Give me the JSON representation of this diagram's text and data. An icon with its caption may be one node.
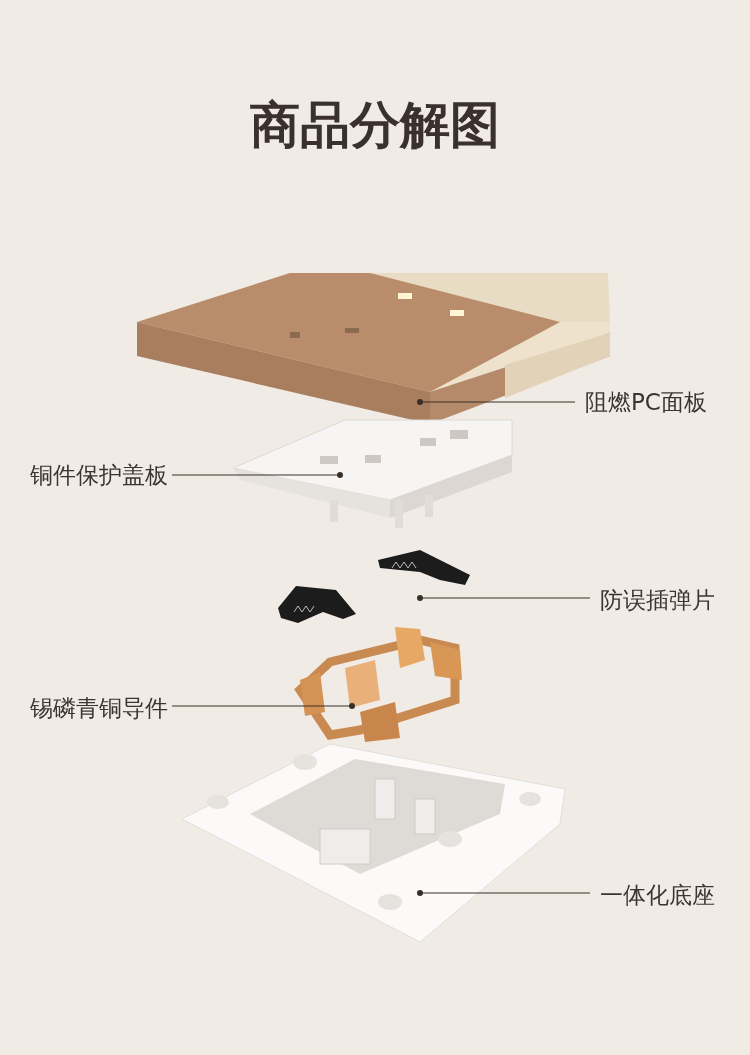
{
  "diagram": {
    "title": "商品分解图",
    "nodes": [
      {
        "text": [
          "阻燃PC面板"
        ]
      },
      {
        "text": [],
        "shape": "picture"
      },
      {
        "text": [
          "铜件保护盖板"
        ]
      },
      {
        "text": [],
        "shape": "picture"
      },
      {
        "text": [
          "防误插弹片"
        ]
      },
      {
        "text": [],
        "shape": "picture"
      },
      {
        "text": [
          "锡磷青铜导件"
        ]
      },
      {
        "text": [],
        "shape": "picture"
      },
      {
        "text": [
          "一体化底座"
        ]
      },
      {
        "text": [],
        "shape": "picture"
      }
    ],
    "edges": [
      {
        "from": 0,
        "to": 1,
        "arrow": "other"
      },
      {
        "from": 2,
        "to": 3,
        "arrow": "other"
      },
      {
        "from": 4,
        "to": 5,
        "arrow": "other"
      },
      {
        "from": 6,
        "to": 7,
        "arrow": "other"
      },
      {
        "from": 8,
        "to": 9,
        "arrow": "other"
      }
    ]
  }
}
